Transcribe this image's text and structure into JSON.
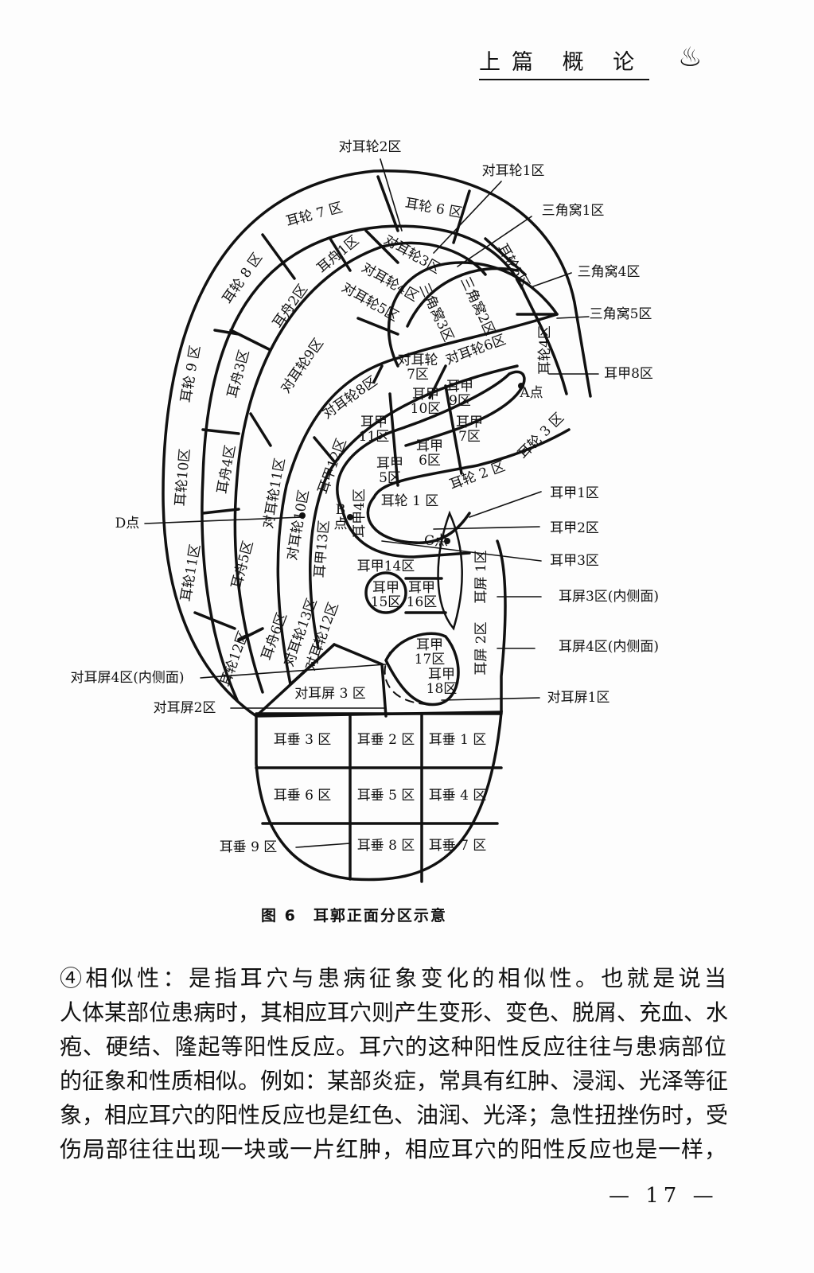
{
  "header": {
    "title": "上篇 概 论",
    "icon": "hot-spring-icon"
  },
  "diagram": {
    "labels": [
      "耳轮 7 区",
      "耳轮 6 区",
      "耳轮 8 区",
      "耳舟1区",
      "对耳轮3区",
      "对耳轮4区",
      "耳轮5区",
      "耳舟2区",
      "对耳轮5区",
      "三角窝3区",
      "三角窝2区",
      "对耳轮9区",
      "耳轮 9 区",
      "耳舟3区",
      "对耳轮\n7区",
      "对耳轮6区",
      "耳轮4区",
      "对耳轮8区",
      "耳甲\n10区",
      "耳甲\n9区",
      "耳甲\n11区",
      "耳甲\n7区",
      "耳甲\n6区",
      "耳甲\n5区",
      "A点",
      "耳轮 3 区",
      "耳轮 2 区",
      "耳轮10区",
      "耳舟4区",
      "耳甲12区",
      "对耳轮11区",
      "对耳轮10区",
      "耳轮 1 区",
      "B\n点",
      "耳甲4区",
      "耳甲13区",
      "C点",
      "耳轮11区",
      "耳舟5区",
      "耳甲14区",
      "耳甲\n15区",
      "耳甲\n16区",
      "耳屏 1区",
      "耳舟6区",
      "对耳轮13区",
      "对耳轮12区",
      "耳轮12区",
      "耳甲\n17区",
      "耳甲\n18区",
      "耳屏 2区",
      "对耳屏 3 区",
      "耳垂 3 区",
      "耳垂 2 区",
      "耳垂 1 区",
      "耳垂 6 区",
      "耳垂 5 区",
      "耳垂 4 区",
      "耳垂 8 区",
      "耳垂 7 区"
    ],
    "callouts": [
      "对耳轮2区",
      "对耳轮1区",
      "三角窝1区",
      "三角窝4区",
      "三角窝5区",
      "耳甲8区",
      "耳甲1区",
      "耳甲2区",
      "耳甲3区",
      "耳屏3区(内侧面)",
      "耳屏4区(内侧面)",
      "对耳屏1区",
      "D点",
      "对耳屏4区(内侧面)",
      "对耳屏2区",
      "耳垂 9 区"
    ],
    "caption": "图 6　耳郭正面分区示意"
  },
  "body": {
    "lines": [
      "④相似性：是指耳穴与患病征象变化的相似性。也就是说当",
      "人体某部位患病时，其相应耳穴则产生变形、变色、脱屑、充血、水",
      "疱、硬结、隆起等阳性反应。耳穴的这种阳性反应往往与患病部位",
      "的征象和性质相似。例如：某部炎症，常具有红肿、浸润、光泽等征",
      "象，相应耳穴的阳性反应也是红色、油润、光泽；急性扭挫伤时，受",
      "伤局部往往出现一块或一片红肿，相应耳穴的阳性反应也是一样，"
    ]
  },
  "footer": {
    "page_number": "— 17 —"
  }
}
